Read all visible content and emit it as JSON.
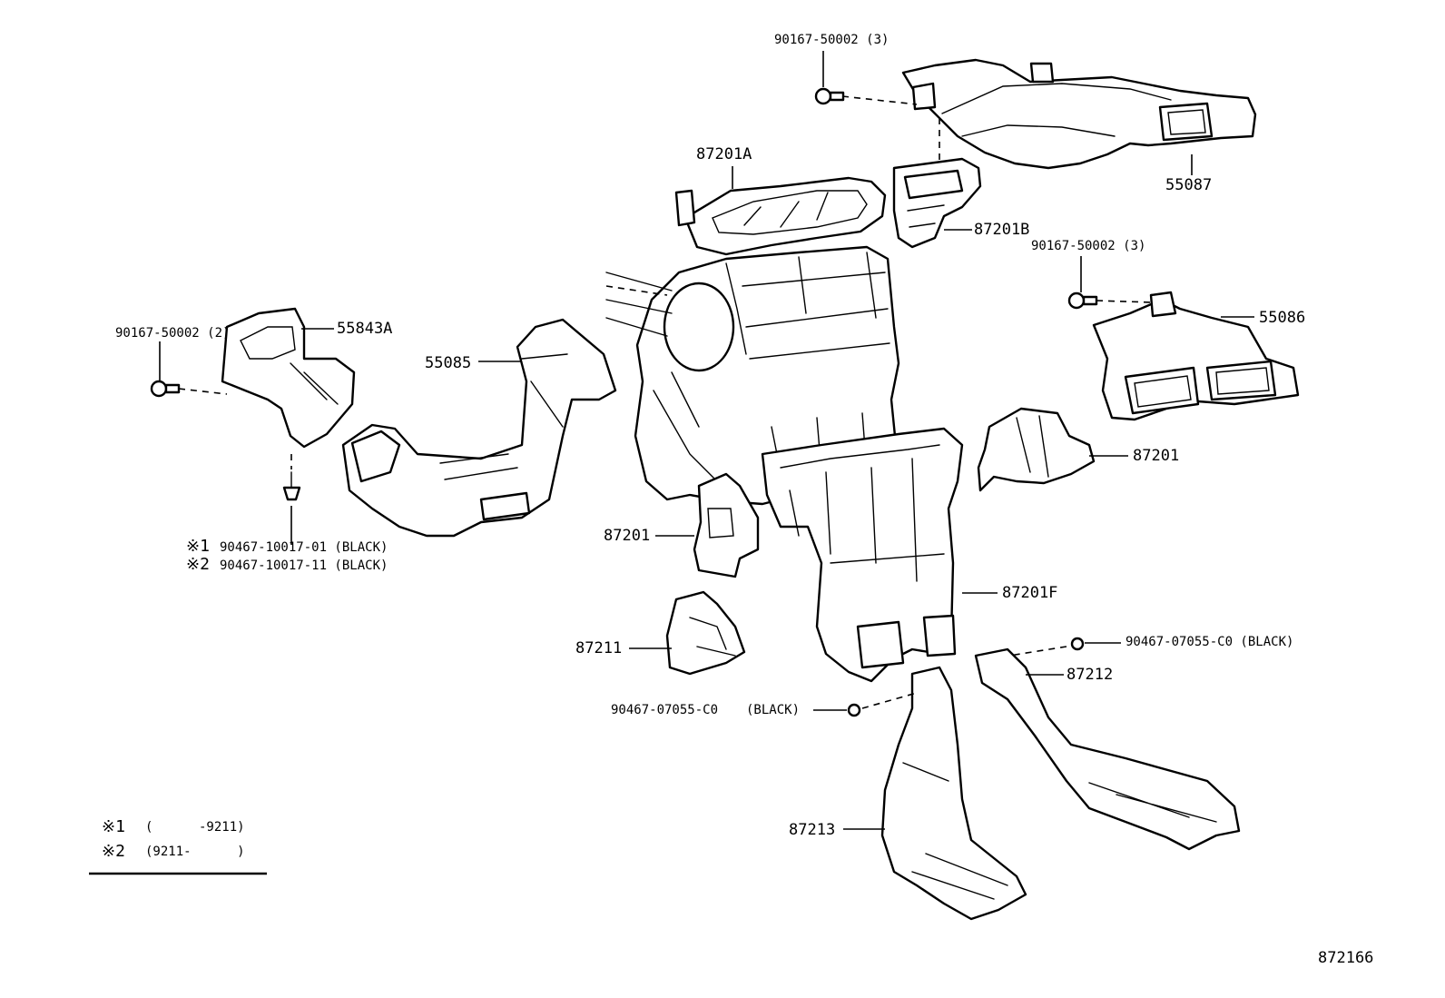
{
  "parts": {
    "p55087": "55087",
    "p87201A": "87201A",
    "p87201B": "87201B",
    "bolt_top": "90167-50002 (3)",
    "bolt_right": "90167-50002 (3)",
    "p55086": "55086",
    "bolt_left": "90167-50002 (2)",
    "p55843A": "55843A",
    "p55085": "55085",
    "p87201_right": "87201",
    "p87201_left": "87201",
    "p87201F": "87201F",
    "p87211": "87211",
    "p87212": "87212",
    "p87213": "87213",
    "clip_right": "90467-07055-C0 (BLACK)",
    "clip_mid_code": "90467-07055-C0",
    "clip_mid_color": "(BLACK)",
    "clip1_mark": "※1",
    "clip1_code": "90467-10017-01 (BLACK)",
    "clip2_mark": "※2",
    "clip2_code": "90467-10017-11 (BLACK)"
  },
  "legend": {
    "note1_mark": "※1",
    "note1_text": "(      -9211)",
    "note2_mark": "※2",
    "note2_text": "(9211-      )"
  },
  "diagram_id": "872166"
}
